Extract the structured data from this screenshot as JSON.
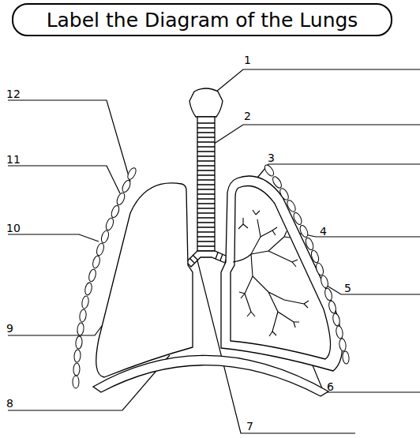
{
  "diagram": {
    "title": "Label the Diagram of the Lungs",
    "labels": [
      "1",
      "2",
      "3",
      "4",
      "5",
      "6",
      "7",
      "8",
      "9",
      "10",
      "11",
      "12"
    ]
  }
}
